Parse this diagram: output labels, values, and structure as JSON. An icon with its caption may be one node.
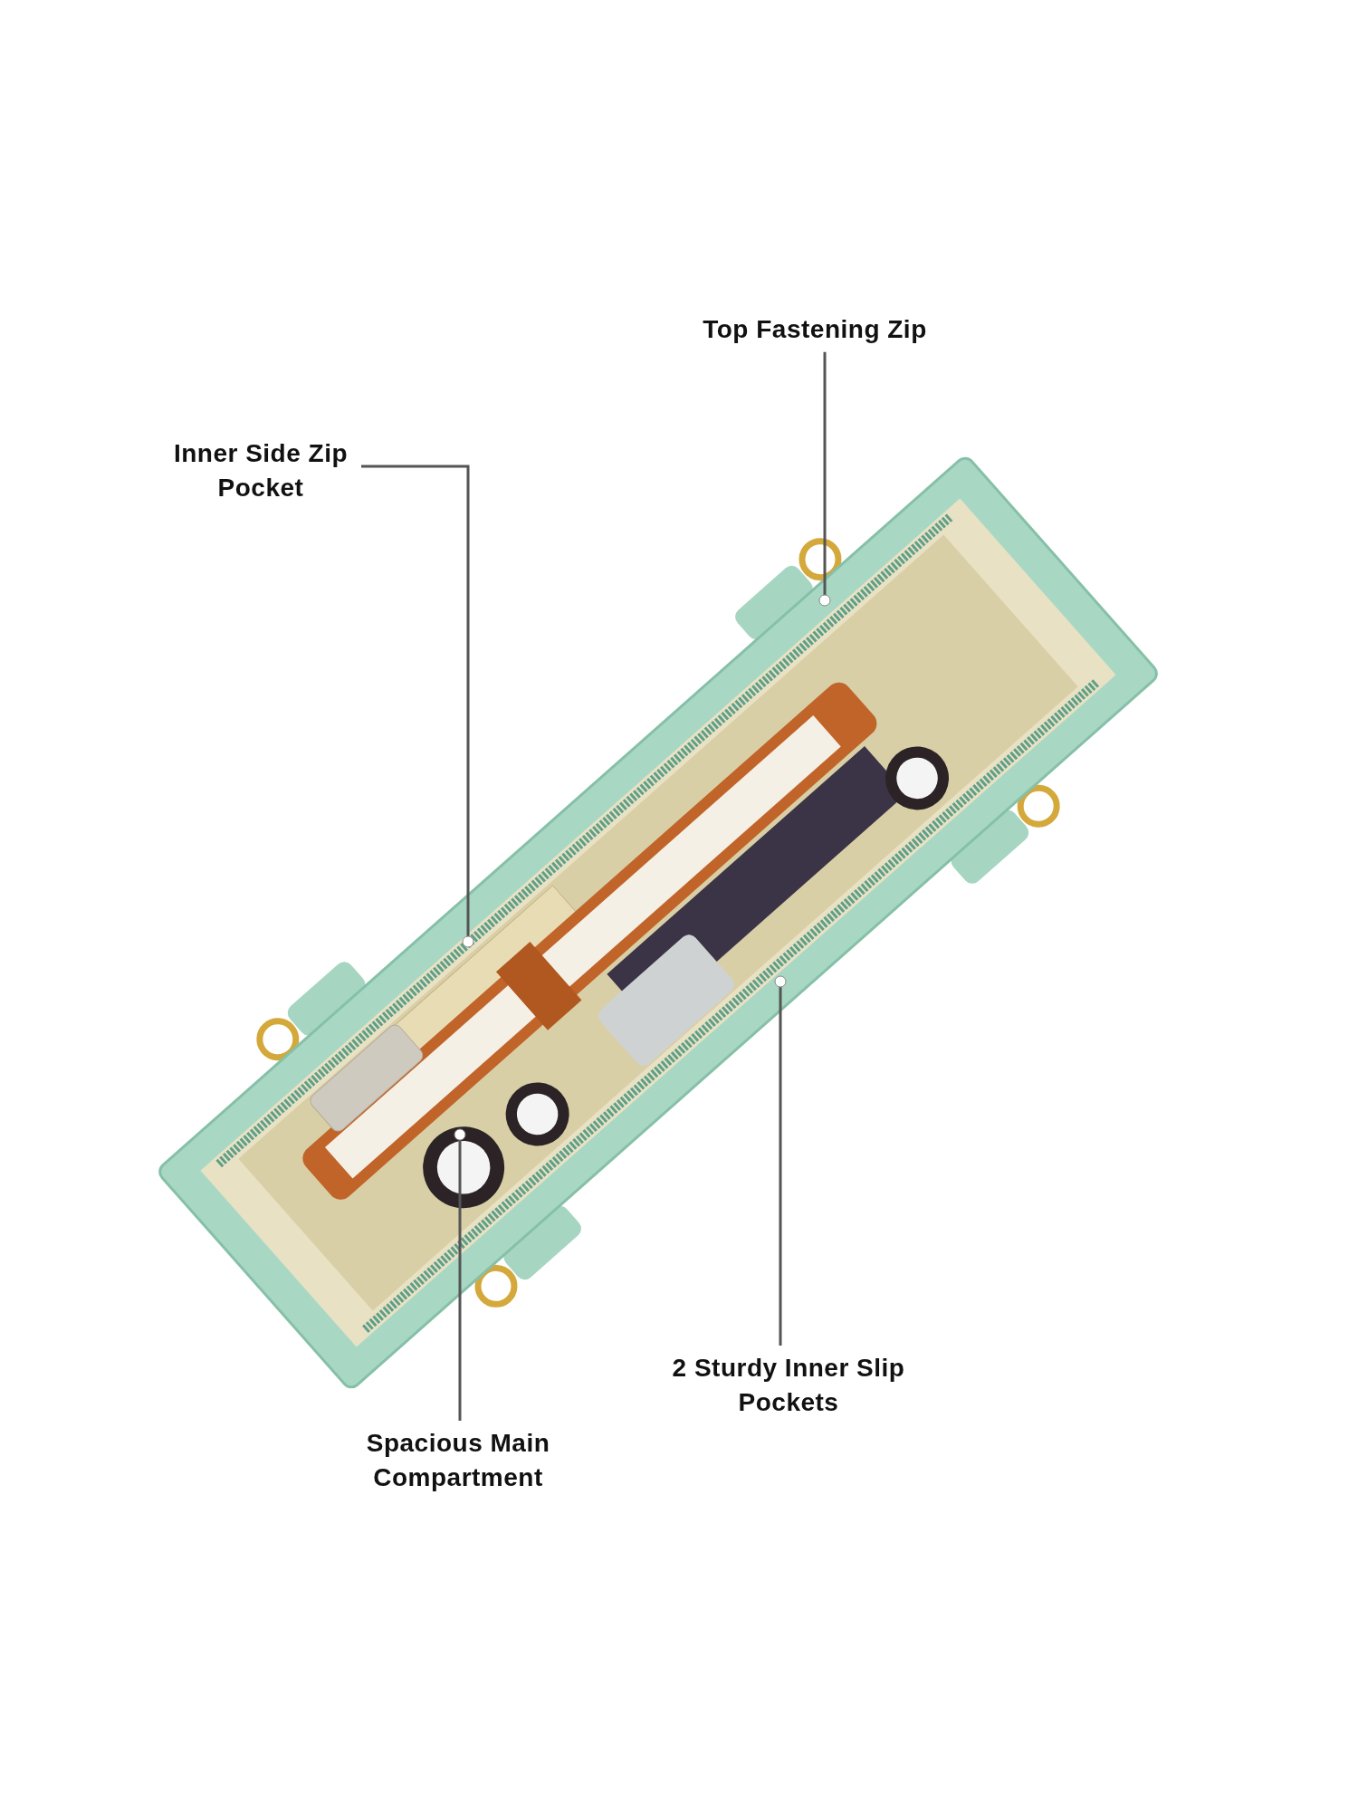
{
  "diagram": {
    "nodes": [
      {
        "text": [
          "Top Fastening Zip"
        ]
      },
      {
        "text": [
          "Inner Side Zip Pocket"
        ]
      },
      {
        "text": [
          "2 Sturdy Inner Slip Pockets"
        ]
      },
      {
        "text": [
          "Spacious Main Compartment"
        ]
      }
    ],
    "edges": [
      {
        "from": 0,
        "to": null,
        "arrow": "other"
      },
      {
        "from": 1,
        "to": null,
        "arrow": "other"
      },
      {
        "from": 2,
        "to": null,
        "arrow": "other"
      },
      {
        "from": 3,
        "to": null,
        "arrow": "other"
      }
    ]
  }
}
